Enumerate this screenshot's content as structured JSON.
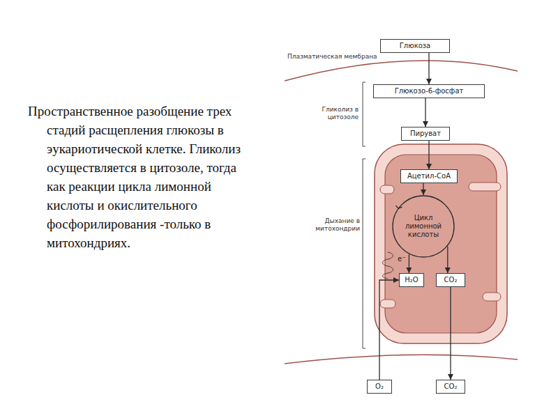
{
  "diagram": {
    "caption": "Пространственное разобщение трех стадий расщепления глюкозы в эукариотической клетке. Гликолиз осуществляется в цитозоле, тогда как реакции цикла лимонной кислоты и окислительного фосфорилирования -только в митохондриях.",
    "nodes": [
      {
        "text": [
          "Глюкоза"
        ]
      },
      {
        "text": [
          "Глюкозо-6-фосфат"
        ]
      },
      {
        "text": [
          "Пируват"
        ]
      },
      {
        "text": [
          "Ацетил-CoA"
        ]
      },
      {
        "text": [
          "Цикл лимонной кислоты"
        ]
      },
      {
        "text": [
          "H₂O"
        ]
      },
      {
        "text": [
          "CO₂"
        ]
      },
      {
        "text": [
          "O₂"
        ]
      },
      {
        "text": [
          "CO₂"
        ]
      }
    ],
    "edges": [
      {
        "from": 0,
        "to": 1,
        "arrow": "to"
      },
      {
        "from": 1,
        "to": 2,
        "arrow": "to"
      },
      {
        "from": 2,
        "to": 3,
        "arrow": "to"
      },
      {
        "from": 3,
        "to": 4,
        "arrow": "to"
      },
      {
        "from": 4,
        "to": 5,
        "arrow": "to",
        "label": "e⁻"
      },
      {
        "from": 4,
        "to": 6,
        "arrow": "to"
      },
      {
        "from": 7,
        "to": 5,
        "arrow": "to"
      },
      {
        "from": 6,
        "to": 8,
        "arrow": "to"
      }
    ],
    "labels": [
      "Плазматическая мембрана",
      "Гликолиз в цитозоле",
      "Дыхание в митохондрии"
    ]
  }
}
